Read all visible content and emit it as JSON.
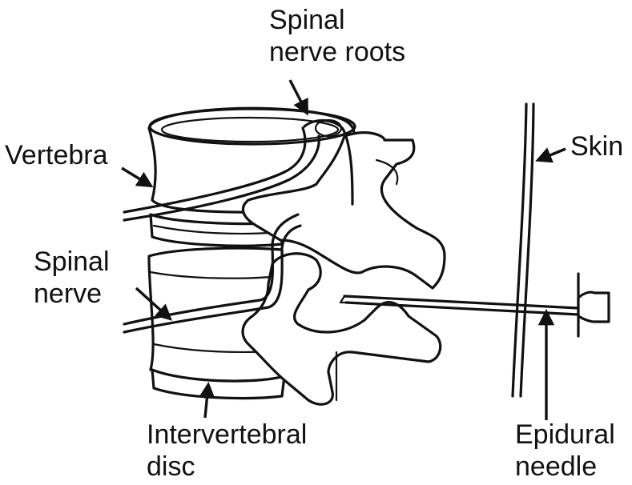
{
  "labels": {
    "spinal_nerve_roots": [
      "Spinal",
      "nerve roots"
    ],
    "vertebra": "Vertebra",
    "skin": "Skin",
    "spinal_nerve": [
      "Spinal",
      "nerve"
    ],
    "intervertebral_disc": [
      "Intervertebral",
      "disc"
    ],
    "epidural_needle": [
      "Epidural",
      "needle"
    ]
  },
  "colors": {
    "ink": "#111111",
    "background": "#ffffff"
  }
}
